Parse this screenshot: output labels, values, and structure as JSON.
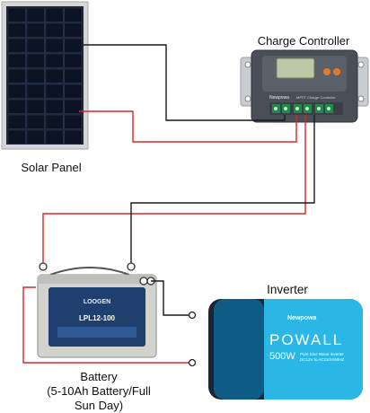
{
  "labels": {
    "solar_panel": "Solar Panel",
    "charge_controller": "Charge Controller",
    "inverter": "Inverter",
    "battery_line1": "Battery",
    "battery_line2": "(5-10Ah Battery/Full",
    "battery_line3": "Sun Day)"
  },
  "device_text": {
    "controller_brand": "Newpowa",
    "controller_model": "MPPT Charge Controller",
    "battery_brand": "LOOGEN",
    "battery_model": "LPL12-100",
    "inverter_brand": "Newpowa",
    "inverter_name": "POWALL",
    "inverter_power": "500W",
    "inverter_desc1": "Pure Sine Wave Inverter",
    "inverter_desc2": "DC12V to AC110V/60HZ"
  },
  "colors": {
    "positive_wire": "#d9262c",
    "negative_wire": "#1a1a1a",
    "inverter_accent": "#2ab7e6"
  }
}
